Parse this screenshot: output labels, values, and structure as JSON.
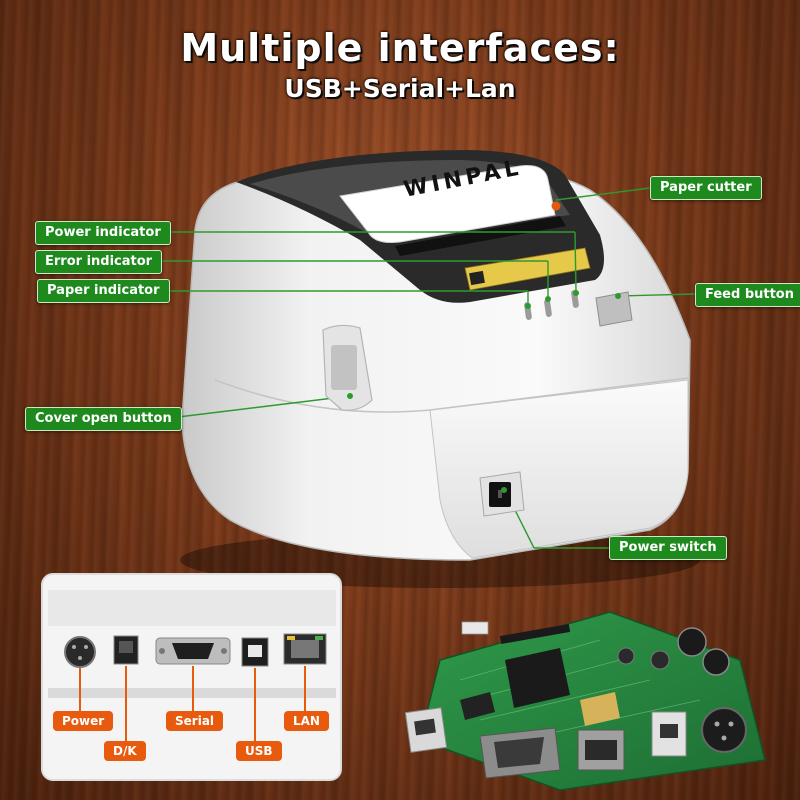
{
  "heading": {
    "title": "Multiple interfaces:",
    "subtitle": "USB+Serial+Lan"
  },
  "brand": "WINPAL",
  "callouts": {
    "paper_cutter": "Paper cutter",
    "power_indicator": "Power indicator",
    "error_indicator": "Error indicator",
    "paper_indicator": "Paper indicator",
    "feed_button": "Feed button",
    "cover_open_button": "Cover open button",
    "power_switch": "Power switch"
  },
  "ports": {
    "power": "Power",
    "dk": "D/K",
    "serial": "Serial",
    "usb": "USB",
    "lan": "LAN"
  },
  "colors": {
    "callout_bg": "#1e8a1e",
    "port_label_bg": "#e85a0e",
    "leader_line": "#2e9a2e",
    "wood": "#7c3a1a"
  }
}
